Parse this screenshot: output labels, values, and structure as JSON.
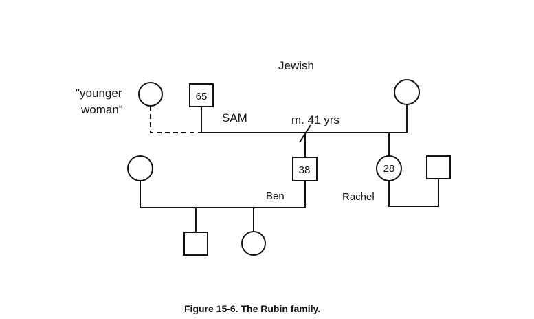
{
  "heritage_label": "Jewish",
  "marriage_label": "m. 41 yrs",
  "people": {
    "younger_woman": {
      "label_line1": "\"younger",
      "label_line2": "woman\""
    },
    "sam": {
      "name": "SAM",
      "age": "65"
    },
    "ben": {
      "name": "Ben",
      "age": "38"
    },
    "rachel": {
      "name": "Rachel",
      "age": "28"
    }
  },
  "caption": "Figure 15-6. The Rubin family."
}
